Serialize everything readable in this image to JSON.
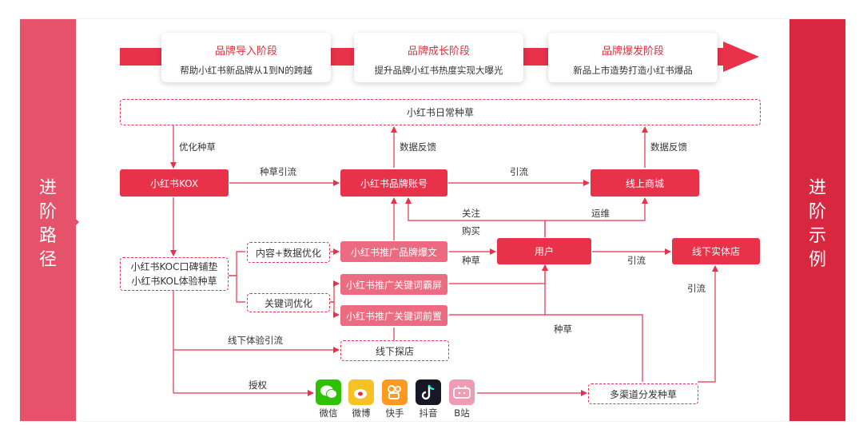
{
  "side": {
    "left_text": "进阶路径",
    "right_text": "进阶示例"
  },
  "stages": [
    {
      "title": "品牌导入阶段",
      "desc": "帮助小红书新品牌从1到N的跨越"
    },
    {
      "title": "品牌成长阶段",
      "desc": "提升品牌小红书热度实现大曝光"
    },
    {
      "title": "品牌爆发阶段",
      "desc": "新品上市造势打造小红书爆品"
    }
  ],
  "nodes": {
    "daily": "小红书日常种草",
    "kox": "小红书KOX",
    "brand_account": "小红书品牌账号",
    "online_mall": "线上商城",
    "koc_line1": "小红书KOC口碑铺垫",
    "koc_line2": "小红书KOL体验种草",
    "content_opt": "内容+数据优化",
    "keyword_opt": "关键词优化",
    "promo_article": "小红书推广品牌爆文",
    "promo_screen": "小红书推广关键词霸屏",
    "promo_front": "小红书推广关键词前置",
    "user": "用户",
    "offline_store": "线下实体店",
    "offline_visit": "线下探店",
    "multichannel": "多渠道分发种草"
  },
  "labels": {
    "optimize_seed": "优化种草",
    "data_feedback_1": "数据反馈",
    "data_feedback_2": "数据反馈",
    "seed_traffic": "种草引流",
    "traffic_1": "引流",
    "follow": "关注",
    "operate": "运维",
    "buy": "购买",
    "seed_1": "种草",
    "traffic_2": "引流",
    "traffic_3": "引流",
    "seed_2": "种草",
    "offline_traffic": "线下体验引流",
    "authorize": "授权"
  },
  "apps": [
    {
      "name": "微信",
      "icon": "wechat-icon",
      "color": "#2dc100"
    },
    {
      "name": "微博",
      "icon": "weibo-icon",
      "color": "#f7c324"
    },
    {
      "name": "快手",
      "icon": "kuaishou-icon",
      "color": "#ff9a1f"
    },
    {
      "name": "抖音",
      "icon": "douyin-icon",
      "color": "#161823"
    },
    {
      "name": "B站",
      "icon": "bilibili-icon",
      "color": "#f09bb4"
    }
  ],
  "colors": {
    "accent": "#e8324a",
    "pink": "#ec6b80",
    "side_left": "#e7526b",
    "side_right": "#d8283f"
  }
}
